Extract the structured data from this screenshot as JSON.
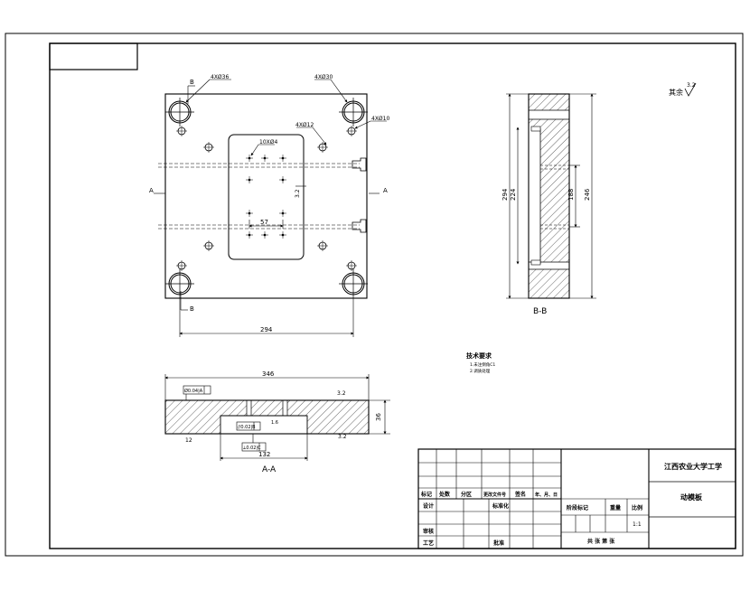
{
  "front_view": {
    "hole_callouts": [
      "4XØ36",
      "4XØ30",
      "4XØ12",
      "4XØ10",
      "10XØ4"
    ],
    "section_marks": [
      "B",
      "B",
      "A",
      "A"
    ],
    "dimensions": [
      "294",
      "57"
    ],
    "roughness": "3.2"
  },
  "side_view": {
    "dimensions": [
      "294",
      "224",
      "188",
      "246"
    ],
    "caption": "B-B"
  },
  "bottom_view": {
    "dimensions": [
      "346",
      "132",
      "36"
    ],
    "roughness": [
      "12",
      "3.2",
      "1.6",
      "3.2"
    ],
    "tolerance_frames": [
      "Ø0.04|A",
      "//0.02|B",
      "⟂0.02|C"
    ],
    "caption": "A-A"
  },
  "surface_note": {
    "label": "其余",
    "roughness": "3.2"
  },
  "tech_requirements": {
    "title": "技术要求",
    "items": [
      "1.未注倒角C1",
      "2.调质处理"
    ]
  },
  "title_block": {
    "school": "江西农业大学工学",
    "part_name": "动模板",
    "header_cells": [
      "标记",
      "处数",
      "分区",
      "更改文件号",
      "签名",
      "年、月、日"
    ],
    "design": "设计",
    "standardize": "标准化",
    "stage_mark": "阶段标记",
    "weight": "重量",
    "scale": "比例",
    "scale_value": "1:1",
    "review": "审核",
    "process": "工艺",
    "approve": "批准",
    "sheet_info": "共  张  第  张"
  }
}
